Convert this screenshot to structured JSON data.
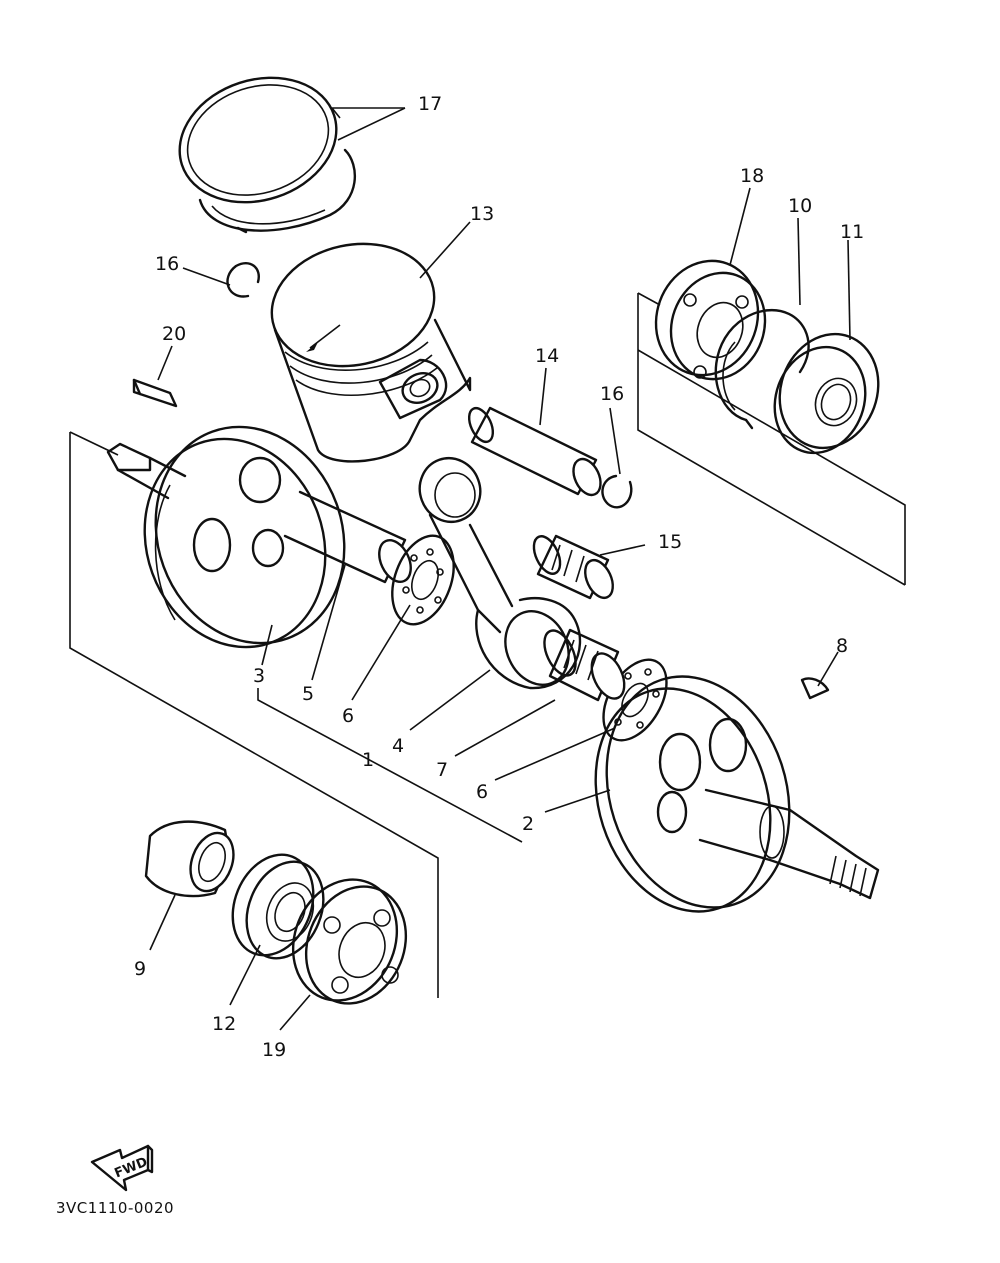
{
  "diagram": {
    "part_numbers": [
      "1",
      "2",
      "3",
      "4",
      "5",
      "6",
      "6",
      "7",
      "8",
      "9",
      "10",
      "11",
      "12",
      "13",
      "14",
      "15",
      "16",
      "16",
      "17",
      "18",
      "19",
      "20"
    ],
    "fwd_label": "FWD",
    "drawing_code": "3VC1110-0020"
  }
}
